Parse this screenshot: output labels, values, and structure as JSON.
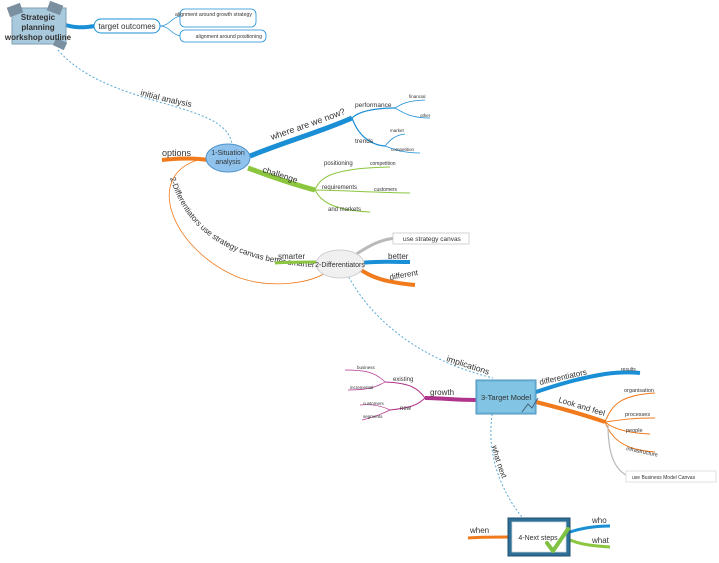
{
  "central": {
    "title_lines": [
      "Strategic",
      "planning",
      "workshop outline"
    ]
  },
  "central_branch": {
    "label": "target outcomes",
    "items": [
      "alignment around growth strategy",
      "alignment around positioning"
    ]
  },
  "connectors": {
    "initial_analysis": "initial analysis",
    "differentiators_path": "2-Differentiators  use strategy canvas  better  smarter  different",
    "implications": "implications",
    "what_next": "what next"
  },
  "situation": {
    "title_lines": [
      "1-Situation",
      "analysis"
    ],
    "options": "options",
    "where": {
      "label": "where are we now?",
      "performance": {
        "label": "performance",
        "items": [
          "financial",
          "other"
        ]
      },
      "trends": {
        "label": "trends",
        "items": [
          "market",
          "competition"
        ]
      }
    },
    "challenge": {
      "label": "challenge",
      "items": [
        {
          "label": "positioning",
          "sub": "competition"
        },
        {
          "label": "requirements",
          "sub": "customers"
        },
        {
          "label": "and markets",
          "sub": ""
        }
      ]
    }
  },
  "differentiators": {
    "title": "2-Differentiators",
    "smarter": "smarter",
    "better": "better",
    "different": "different",
    "note": "use strategy canvas"
  },
  "target_model": {
    "title": "3-Target Model",
    "growth": {
      "label": "growth",
      "existing": {
        "label": "existing",
        "items": [
          "business",
          "incremental"
        ]
      },
      "new": {
        "label": "new",
        "items": [
          "customers",
          "segments"
        ]
      }
    },
    "differentiators": {
      "label": "differentiators",
      "items": [
        "results"
      ]
    },
    "look_and_feel": {
      "label": "Look and feel",
      "items": [
        "organisation",
        "processes",
        "people",
        "infrastructure"
      ]
    },
    "note": "use Business Model Canvas"
  },
  "next_steps": {
    "title": "4-Next steps",
    "when": "when",
    "who": "who",
    "what": "what"
  },
  "colors": {
    "blue": "#1a8fd6",
    "orange": "#f07a1c",
    "green": "#8cc63f",
    "magenta": "#b0348c",
    "gray": "#b9b9b9",
    "dashed": "#5aa9d8"
  }
}
